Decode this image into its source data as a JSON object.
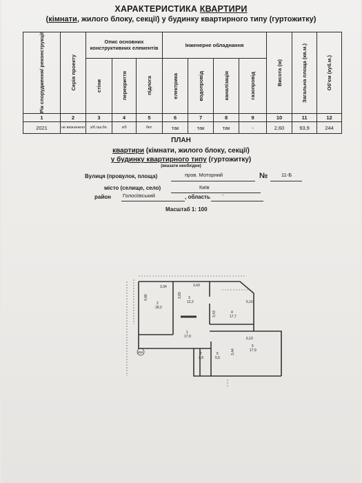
{
  "header": {
    "title_a": "ХАРАКТЕРИСТИКА",
    "title_b": "КВАРТИРИ",
    "subtitle_a": "(",
    "subtitle_b": "кімнати",
    "subtitle_c": ", жилого блоку, секції) у будинку квартирного типу (гуртожитку)"
  },
  "table": {
    "col1": "Рік спорудження/ реконструкції",
    "col2": "Серія проекту",
    "group_struct": "Опис основних конструктивних елементів",
    "col3": "стіни",
    "col4": "перекриття",
    "col5": "підлога",
    "group_eng": "Інженерне обладнання",
    "col6": "електрика",
    "col7": "водопровід",
    "col8": "каналізація",
    "col9": "газопровід",
    "col10": "Висота (м)",
    "col11": "Загальна площа (кв.м.)",
    "col12": "Об'єм (куб.м.)",
    "numbers": [
      "1",
      "2",
      "3",
      "4",
      "5",
      "6",
      "7",
      "8",
      "9",
      "10",
      "11",
      "12"
    ],
    "values": [
      "2021",
      "не визначено",
      "з/б.газ.бл.",
      "з/б",
      "бет.",
      "так",
      "так",
      "так",
      "-",
      "2,60",
      "93,9",
      "244"
    ]
  },
  "plan": {
    "title": "ПЛАН",
    "line2_a": "квартири",
    "line2_b": " (кімнати, жилого блоку, секції)",
    "line3_a": "у будинку квартирного типу",
    "line3_b": " (гуртожитку)",
    "note": "(вказати необхідне)",
    "street_label": "Вулиця (провулок, площа)",
    "street_value": "пров. Моторний",
    "number_label": "№",
    "number_value": "11-Б",
    "city_label": "місто (селище, село)",
    "city_value": "Київ",
    "district_label": "район",
    "district_value": "Голосіївський",
    "region_label": ", область",
    "region_value": "-",
    "scale": "Масштаб 1: 100"
  },
  "floorplan": {
    "dims": [
      "3,34",
      "3,43",
      "4,86",
      "3,65",
      "5,16",
      "6,10",
      "3,43",
      "3,44"
    ],
    "rooms": [
      {
        "n": "2",
        "a": "18,2"
      },
      {
        "n": "3",
        "a": "12,2"
      },
      {
        "n": "4",
        "a": "17,7"
      },
      {
        "n": "1",
        "a": "17,9"
      },
      {
        "n": "5",
        "a": "17,9"
      },
      {
        "n": "7",
        "a": "2,8"
      },
      {
        "n": "6",
        "a": "5,5"
      }
    ],
    "mark": "1Б2"
  }
}
